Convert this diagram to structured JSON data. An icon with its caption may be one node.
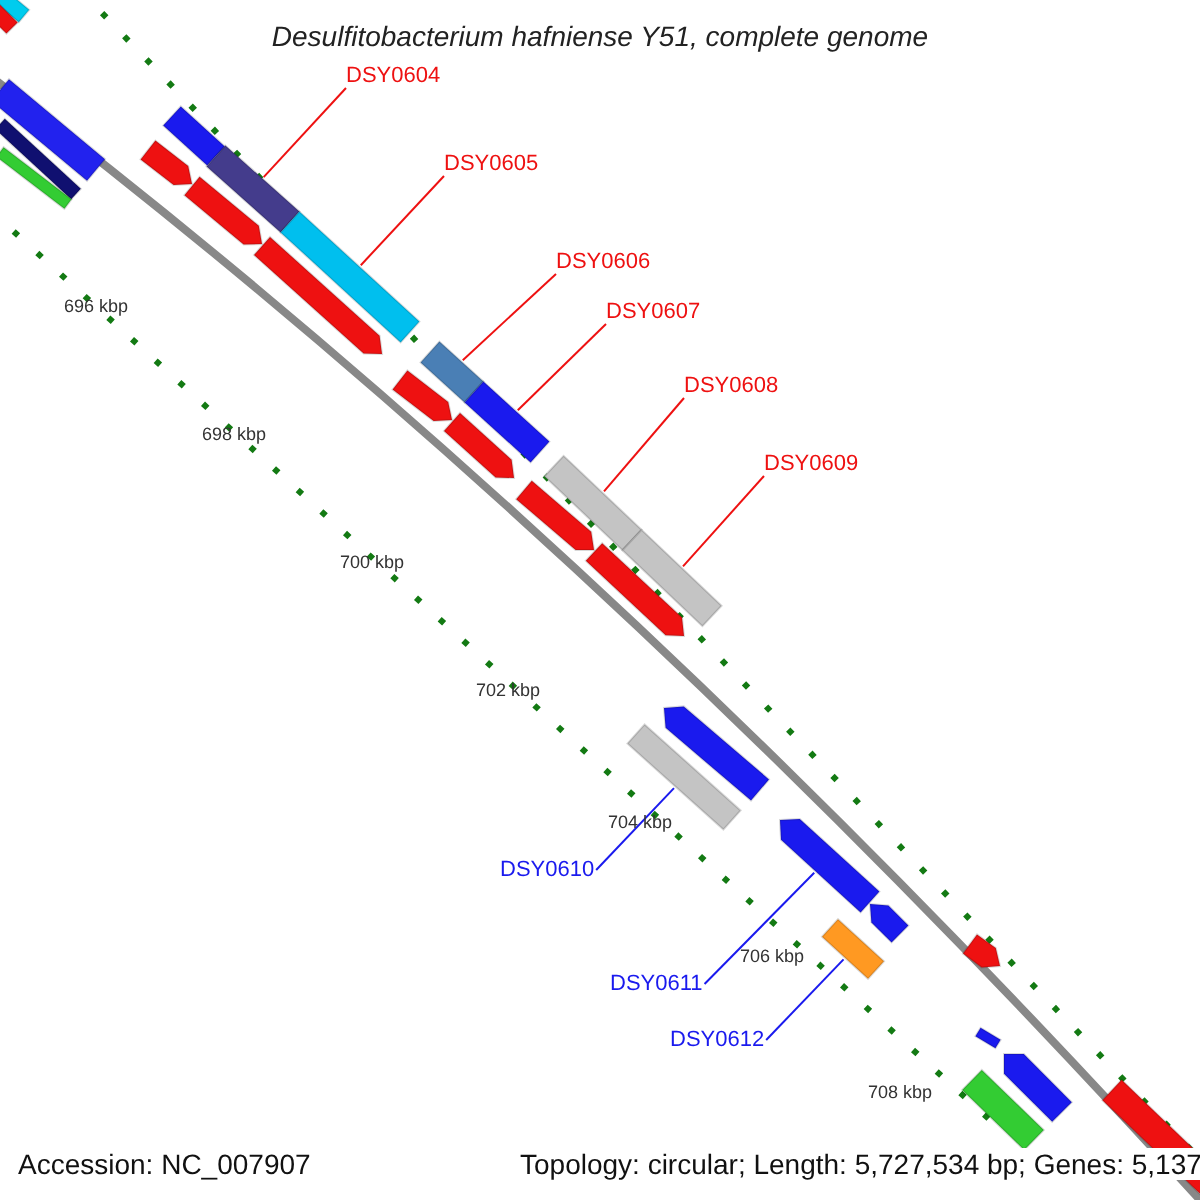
{
  "diagram": {
    "title": "Desulfitobacterium hafniense Y51, complete genome",
    "nodes": [
      {
        "text": [
          "DSY0604"
        ]
      },
      {
        "text": [
          "DSY0605"
        ]
      },
      {
        "text": [
          "DSY0606"
        ]
      },
      {
        "text": [
          "DSY0607"
        ]
      },
      {
        "text": [
          "DSY0608"
        ]
      },
      {
        "text": [
          "DSY0609"
        ]
      },
      {
        "text": [
          "DSY0610"
        ]
      },
      {
        "text": [
          "DSY0611"
        ]
      },
      {
        "text": [
          "DSY0612"
        ]
      },
      {
        "text": [],
        "shape": "bar"
      },
      {
        "text": [],
        "shape": "bar"
      },
      {
        "text": [],
        "shape": "bar"
      },
      {
        "text": [],
        "shape": "bar"
      },
      {
        "text": [],
        "shape": "bar"
      },
      {
        "text": [],
        "shape": "bar"
      },
      {
        "text": [],
        "shape": "bar"
      },
      {
        "text": [],
        "shape": "bar"
      },
      {
        "text": [],
        "shape": "bar"
      }
    ],
    "edges": [
      {
        "from": 0,
        "to": 9,
        "arrow": "none"
      },
      {
        "from": 1,
        "to": 10,
        "arrow": "none"
      },
      {
        "from": 2,
        "to": 11,
        "arrow": "none"
      },
      {
        "from": 3,
        "to": 12,
        "arrow": "none"
      },
      {
        "from": 4,
        "to": 13,
        "arrow": "none"
      },
      {
        "from": 5,
        "to": 14,
        "arrow": "none"
      },
      {
        "from": 6,
        "to": 15,
        "arrow": "none",
        "color": "#1a1aee"
      },
      {
        "from": 7,
        "to": 16,
        "arrow": "none",
        "color": "#1a1aee"
      },
      {
        "from": 8,
        "to": 17,
        "arrow": "none",
        "color": "#1a1aee"
      }
    ],
    "labels": [
      "696 kbp",
      "698 kbp",
      "700 kbp",
      "702 kbp",
      "704 kbp",
      "706 kbp",
      "708 kbp",
      "Accession: NC_007907",
      "Topology: circular; Length: 5,727,534 bp; Genes: 5,137"
    ]
  }
}
